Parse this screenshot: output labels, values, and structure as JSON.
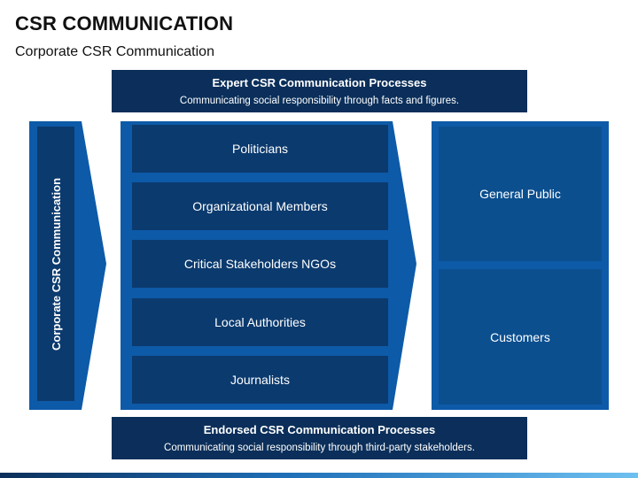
{
  "header": {
    "title": "CSR COMMUNICATION",
    "subtitle": "Corporate CSR Communication"
  },
  "top_banner": {
    "title": "Expert CSR Communication Processes",
    "subtitle": "Communicating social responsibility through facts and figures."
  },
  "left_arrow": {
    "label": "Corporate CSR Communication"
  },
  "stakeholders": [
    "Politicians",
    "Organizational Members",
    "Critical Stakeholders NGOs",
    "Local Authorities",
    "Journalists"
  ],
  "audiences": [
    "General Public",
    "Customers"
  ],
  "bottom_banner": {
    "title": "Endorsed CSR Communication Processes",
    "subtitle": "Communicating social responsibility through third-party stakeholders."
  },
  "colors": {
    "dark_navy": "#0b2f5a",
    "arrow_blue": "#0d5aa8",
    "box_blue": "#0b4f8f"
  }
}
